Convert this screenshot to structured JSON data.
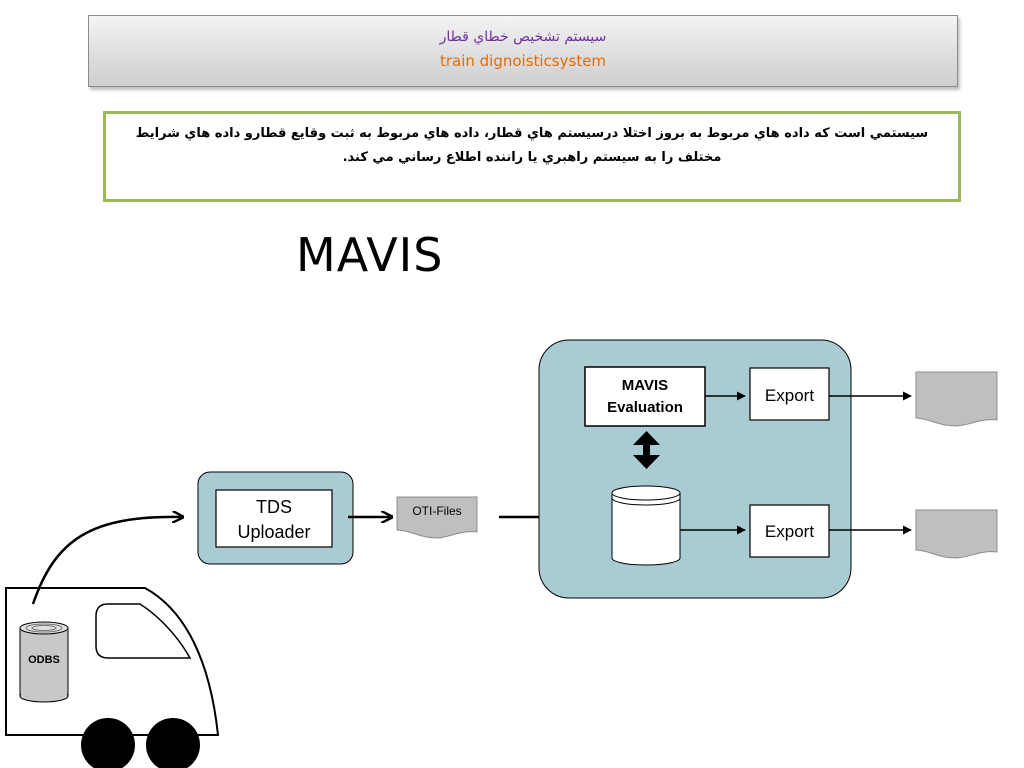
{
  "header": {
    "title_fa": "سيستم تشخيص خطاي قطار",
    "title_en": "train dignoisticsystem"
  },
  "description": {
    "text": "سيستمي است که داده هاي مربوط به بروز اختلا درسيستم هاي قطار، داده هاي مربوط به ثبت وقايع قطارو داده هاي شرايط مختلف را به سيستم راهبري يا راننده اطلاع رساني مي کند."
  },
  "main_title": "MAVIS",
  "diagram": {
    "odbs_label": "ODBS",
    "tds_uploader_line1": "TDS",
    "tds_uploader_line2": "Uploader",
    "oti_files_label": "OTI-Files",
    "mavis_eval_line1": "MAVIS",
    "mavis_eval_line2": "Evaluation",
    "export_top_label": "Export",
    "export_bottom_label": "Export"
  },
  "colors": {
    "container_fill": "#a8ccd2",
    "document_fill": "#bfbfbf",
    "title_fa_color": "#7030a0",
    "title_en_color": "#e36c0a",
    "desc_border": "#9bbb59"
  }
}
